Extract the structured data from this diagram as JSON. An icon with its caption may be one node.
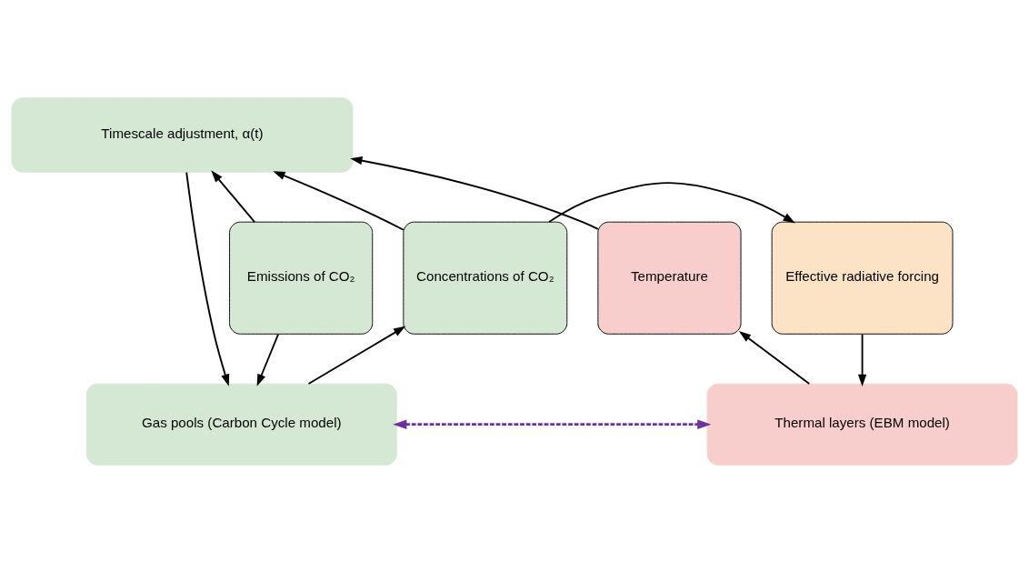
{
  "diagram": {
    "nodes": [
      {
        "text": [
          "Timescale adjustment, α(t)"
        ]
      },
      {
        "text": [
          "Emissions of CO₂"
        ]
      },
      {
        "text": [
          "Concentrations of CO₂"
        ]
      },
      {
        "text": [
          "Effective radiative forcing"
        ]
      },
      {
        "text": [
          "Temperature"
        ]
      },
      {
        "text": [
          "Gas pools (Carbon Cycle model)"
        ]
      },
      {
        "text": [
          "Thermal layers (EBM model)"
        ]
      }
    ],
    "edges": [
      {
        "from": 1,
        "to": 0,
        "arrow": "to"
      },
      {
        "from": 2,
        "to": 0,
        "arrow": "to"
      },
      {
        "from": 4,
        "to": 0,
        "arrow": "to"
      },
      {
        "from": 0,
        "to": 5,
        "arrow": "to"
      },
      {
        "from": 1,
        "to": 5,
        "arrow": "to"
      },
      {
        "from": 5,
        "to": 2,
        "arrow": "to"
      },
      {
        "from": 2,
        "to": 3,
        "arrow": "to"
      },
      {
        "from": 3,
        "to": 6,
        "arrow": "to"
      },
      {
        "from": 6,
        "to": 4,
        "arrow": "to"
      },
      {
        "from": 5,
        "to": 6,
        "arrow": "both",
        "style": "dashed",
        "color": "#7030a0"
      }
    ]
  }
}
